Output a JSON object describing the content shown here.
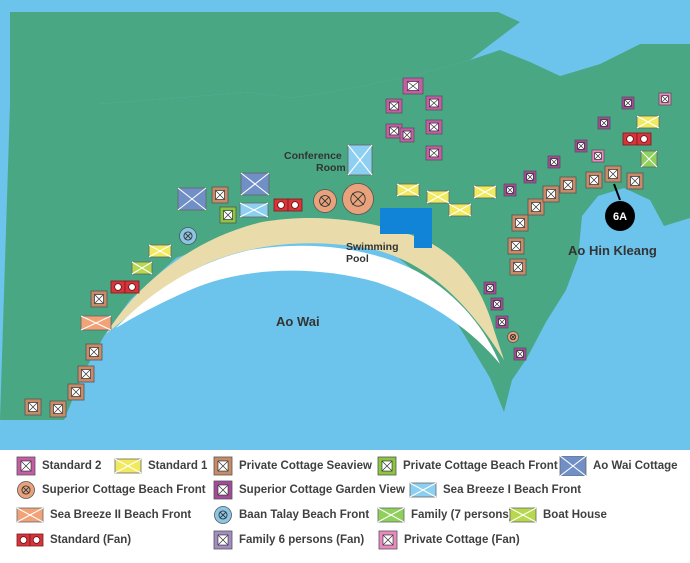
{
  "map": {
    "bay_left": "Ao Wai",
    "bay_right": "Ao Hin Kleang",
    "marker": "6A",
    "conference": [
      "Conference",
      "Room"
    ],
    "pool": [
      "Swimming",
      "Pool"
    ]
  },
  "colors": {
    "sea": "#6cc3ec",
    "land": "#4aa784",
    "sand": "#e9dcaa",
    "standard_2": "#c85aa8",
    "standard_1": "#f2ea5e",
    "private_cottage_seaview": "#c98a68",
    "private_cottage_beach_front": "#8dc63e",
    "ao_wai_cottage": "#6f8fc6",
    "superior_beach_front": "#e8a37c",
    "superior_garden_view": "#a34b9a",
    "sea_breeze_1": "#8ccff0",
    "sea_breeze_2": "#f1a277",
    "baan_talay": "#8cc6e6",
    "family_7": "#8fcf5c",
    "boat_house": "#b7d84c",
    "standard_fan": "#d9343c",
    "family_6_fan": "#a38bc3",
    "private_cottage_fan": "#ec8ac0",
    "pool": "#1284d8"
  },
  "legend": [
    {
      "key": "standard_2",
      "label": "Standard 2",
      "icon": "standard-2-icon"
    },
    {
      "key": "standard_1",
      "label": "Standard 1",
      "icon": "standard-1-icon"
    },
    {
      "key": "private_cottage_seaview",
      "label": "Private Cottage Seaview",
      "icon": "private-cottage-seaview-icon"
    },
    {
      "key": "private_cottage_beach_front",
      "label": "Private Cottage Beach Front",
      "icon": "private-cottage-beach-front-icon"
    },
    {
      "key": "ao_wai_cottage",
      "label": "Ao Wai Cottage",
      "icon": "ao-wai-cottage-icon"
    },
    {
      "key": "superior_beach_front",
      "label": "Superior Cottage Beach Front",
      "icon": "superior-beach-front-icon"
    },
    {
      "key": "superior_garden_view",
      "label": "Superior Cottage Garden View",
      "icon": "superior-garden-view-icon"
    },
    {
      "key": "sea_breeze_1",
      "label": "Sea Breeze I Beach Front",
      "icon": "sea-breeze-1-icon"
    },
    {
      "key": "sea_breeze_2",
      "label": "Sea Breeze II Beach Front",
      "icon": "sea-breeze-2-icon"
    },
    {
      "key": "baan_talay",
      "label": "Baan Talay Beach Front",
      "icon": "baan-talay-icon"
    },
    {
      "key": "family_7",
      "label": "Family (7 persons)",
      "icon": "family-7-icon"
    },
    {
      "key": "boat_house",
      "label": "Boat House",
      "icon": "boat-house-icon"
    },
    {
      "key": "standard_fan",
      "label": "Standard (Fan)",
      "icon": "standard-fan-icon"
    },
    {
      "key": "family_6_fan",
      "label": "Family 6 persons (Fan)",
      "icon": "family-6-fan-icon"
    },
    {
      "key": "private_cottage_fan",
      "label": "Private Cottage (Fan)",
      "icon": "private-cottage-fan-icon"
    }
  ]
}
